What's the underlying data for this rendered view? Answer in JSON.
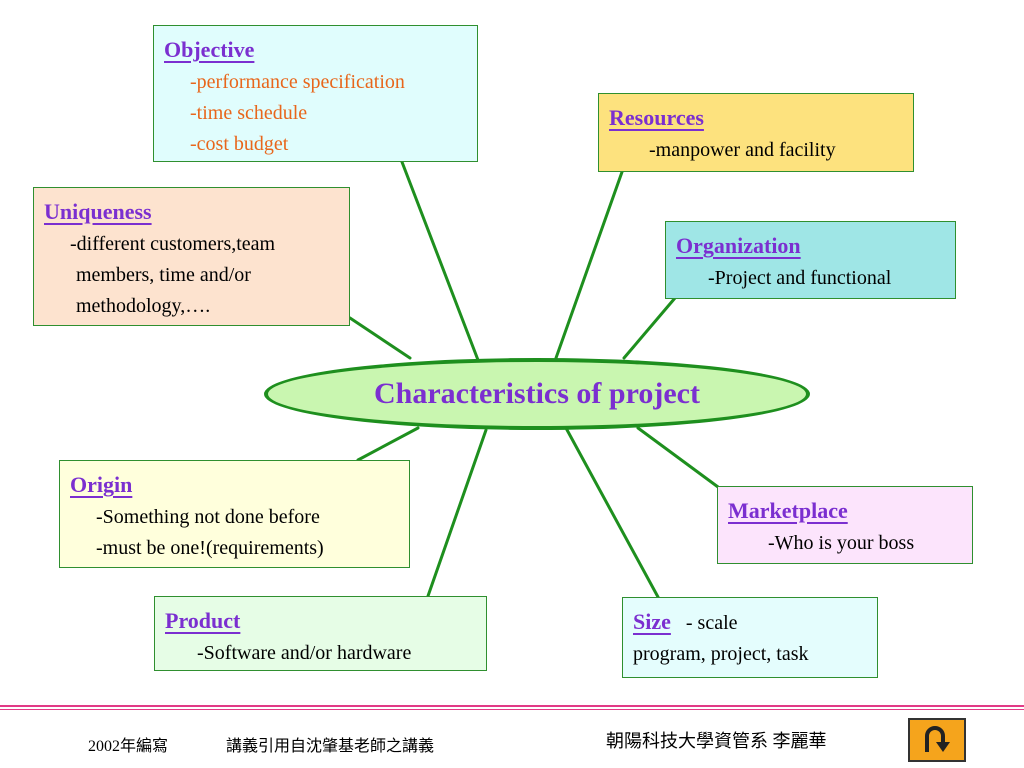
{
  "center": {
    "label": "Characteristics of project"
  },
  "nodes": {
    "objective": {
      "title": "Objective",
      "lines": [
        "-performance specification",
        "-time schedule",
        "-cost budget"
      ]
    },
    "resources": {
      "title": "Resources",
      "lines": [
        "-manpower and facility"
      ]
    },
    "uniqueness": {
      "title": "Uniqueness",
      "lines": [
        "-different customers,team",
        "members, time and/or",
        "methodology,…."
      ]
    },
    "organization": {
      "title": "Organization",
      "lines": [
        "-Project and functional"
      ]
    },
    "origin": {
      "title": "Origin",
      "lines": [
        "-Something not done before",
        "-must be one!(requirements)"
      ]
    },
    "marketplace": {
      "title": "Marketplace",
      "lines": [
        "-Who is your boss"
      ]
    },
    "product": {
      "title": "Product",
      "lines": [
        "-Software and/or hardware"
      ]
    },
    "size": {
      "title": "Size",
      "suffix": "- scale",
      "lines": [
        "program, project, task"
      ]
    }
  },
  "colors": {
    "objective_fill": "#e0fdfd",
    "resources_fill": "#fde27e",
    "uniqueness_fill": "#fde3cf",
    "organization_fill": "#9fe6e6",
    "origin_fill": "#ffffdc",
    "marketplace_fill": "#fce4fc",
    "product_fill": "#e6fde6",
    "size_fill": "#e4fdfd",
    "title": "#7b2fd0",
    "objective_text": "#e8661b",
    "connector": "#1e8f1e",
    "footer_rule": "#e23a87",
    "back_button": "#f5a41c"
  },
  "footer": {
    "year": "2002年編寫",
    "source": "講義引用自沈肇基老師之講義",
    "author": "朝陽科技大學資管系 李麗華"
  },
  "icons": {
    "back": "u-turn-arrow-icon"
  }
}
